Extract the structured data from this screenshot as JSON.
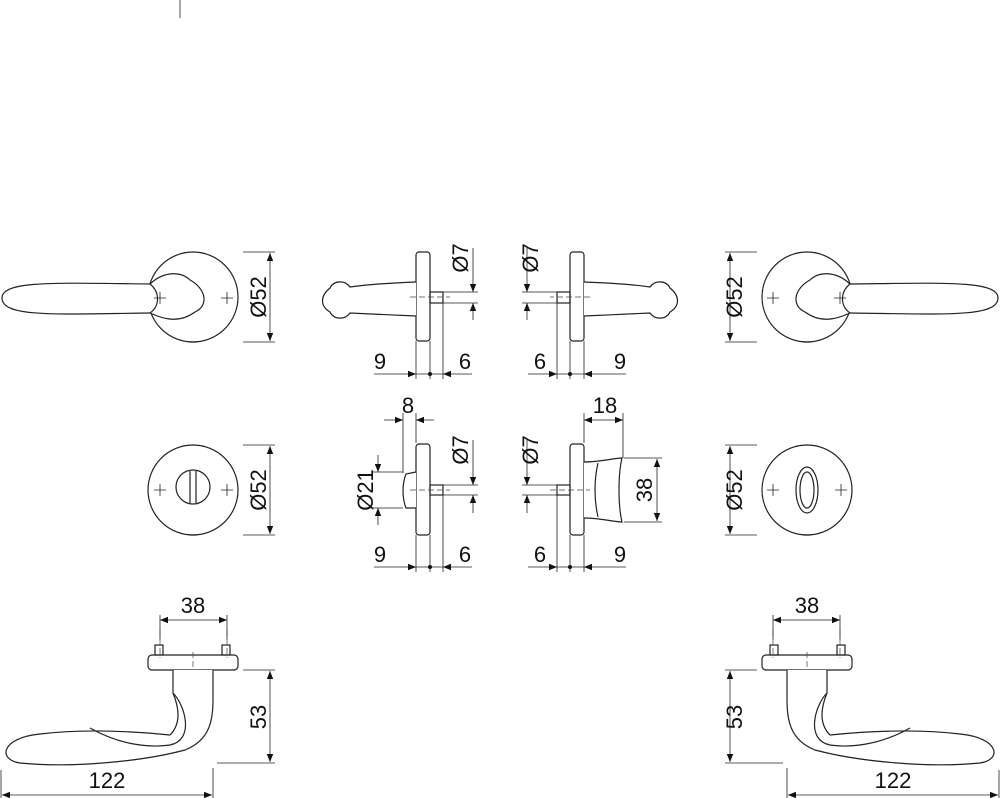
{
  "drawing": {
    "lever_rose": {
      "diameter": "Ø52"
    },
    "lever_side": {
      "spindle_diameter": "Ø7",
      "rose_offset": "9",
      "spindle_offset": "6"
    },
    "wc_rose": {
      "diameter": "Ø52"
    },
    "wc_side": {
      "turn_width": "8",
      "turn_diameter": "Ø21",
      "spindle_diameter": "Ø7",
      "rose_offset": "9",
      "spindle_offset": "6"
    },
    "key_side": {
      "turn_width": "18",
      "turn_height": "38",
      "spindle_diameter": "Ø7",
      "rose_offset": "6",
      "spindle_offset": "9"
    },
    "key_rose": {
      "diameter": "Ø52"
    },
    "lever_side_right": {
      "spindle_diameter": "Ø7",
      "rose_offset": "6",
      "spindle_offset": "9"
    },
    "lever_rose_right": {
      "diameter": "Ø52"
    },
    "lever_profile_left": {
      "fixing_distance": "38",
      "height": "53",
      "length": "122"
    },
    "lever_profile_right": {
      "fixing_distance": "38",
      "height": "53",
      "length": "122"
    }
  }
}
